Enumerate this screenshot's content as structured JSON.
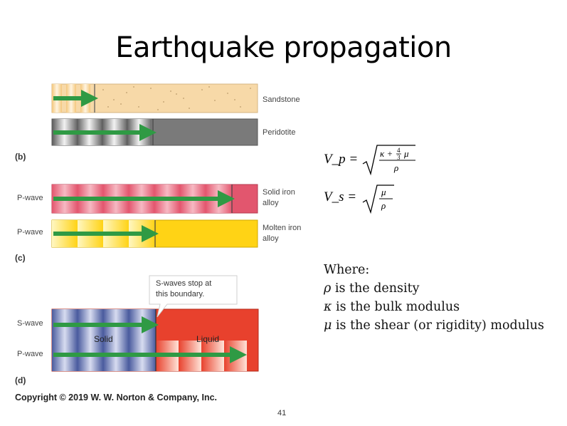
{
  "slide": {
    "title": "Earthquake propagation",
    "page_number": "41",
    "copyright": "Copyright © 2019 W. W. Norton & Company, Inc."
  },
  "figure": {
    "rows": {
      "sandstone": "Sandstone",
      "peridotite": "Peridotite",
      "solid_iron": [
        "Solid iron",
        "alloy"
      ],
      "molten_iron": [
        "Molten iron",
        "alloy"
      ]
    },
    "wave_labels": {
      "p_wave": "P-wave",
      "s_wave": "S-wave"
    },
    "panels": {
      "b": "(b)",
      "c": "(c)",
      "d": "(d)"
    },
    "boundary": {
      "solid": "Solid",
      "liquid": "Liquid"
    },
    "callout": [
      "S-waves stop at",
      "this boundary."
    ],
    "colors": {
      "sandstone": "#f7d9a8",
      "peridotite": "#7a7a7a",
      "solid_iron": "#e2566e",
      "molten_iron": "#ffd315",
      "solid_blue": "#5a6aa8",
      "liquid_red": "#e8412d",
      "arrow_green": "#2f9a44"
    }
  },
  "equations": {
    "vp_lhs": "V_p =",
    "vs_lhs": "V_s ="
  },
  "legend": {
    "heading": "Where:",
    "lines": [
      {
        "symbol": "ρ",
        "text": " is the density"
      },
      {
        "symbol": "κ",
        "text": " is the bulk modulus"
      },
      {
        "symbol": "μ",
        "text": " is the shear (or rigidity) modulus"
      }
    ]
  }
}
